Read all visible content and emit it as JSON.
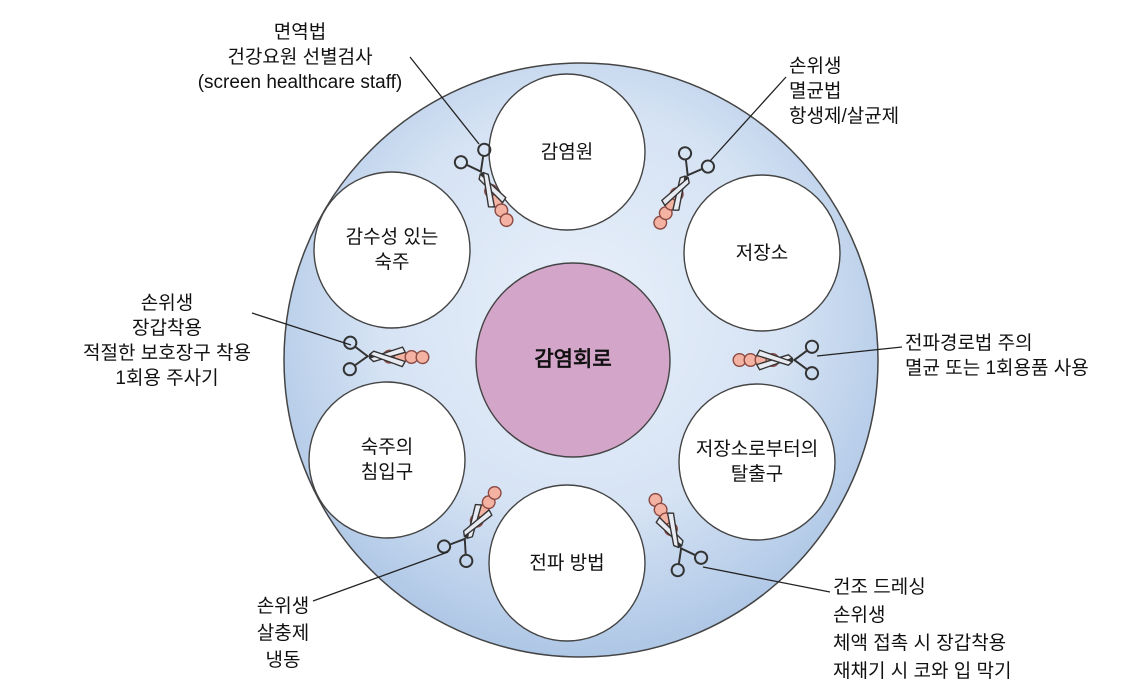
{
  "diagram": {
    "center_label": "감염회로",
    "nodes": [
      {
        "id": "infection-source",
        "lines": [
          "감염원"
        ]
      },
      {
        "id": "reservoir",
        "lines": [
          "저장소"
        ]
      },
      {
        "id": "portal-of-exit",
        "lines": [
          "저장소로부터의",
          "탈출구"
        ]
      },
      {
        "id": "mode-of-transmission",
        "lines": [
          "전파 방법"
        ]
      },
      {
        "id": "portal-of-entry",
        "lines": [
          "숙주의",
          "침입구"
        ]
      },
      {
        "id": "susceptible-host",
        "lines": [
          "감수성 있는",
          "숙주"
        ]
      }
    ],
    "annotations": [
      {
        "id": "top-left",
        "lines": [
          "면역법",
          "건강요원 선별검사",
          "(screen healthcare staff)"
        ]
      },
      {
        "id": "top-right",
        "lines": [
          "손위생",
          "멸균법",
          "항생제/살균제"
        ]
      },
      {
        "id": "right",
        "lines": [
          "전파경로법 주의",
          "멸균 또는 1회용품 사용"
        ]
      },
      {
        "id": "bottom-right",
        "lines": [
          "건조 드레싱",
          "손위생",
          "체액 접촉 시 장갑착용",
          "재채기 시 코와 입 막기"
        ]
      },
      {
        "id": "bottom-left",
        "lines": [
          "손위생",
          "살충제",
          "냉동"
        ]
      },
      {
        "id": "left",
        "lines": [
          "손위생",
          "장갑착용",
          "적절한 보호장구 착용",
          "1회용 주사기"
        ]
      }
    ],
    "colors": {
      "outer_circle_center": "#e8f0fa",
      "outer_circle_edge": "#a7c2e3",
      "node_fill": "#ffffff",
      "center_circle_fill": "#d3a5c9",
      "chain_bead_fill": "#f4b2a3",
      "chain_bead_stroke": "#8a4a42",
      "outline": "#444444",
      "scissors_stroke": "#333333",
      "leader_line": "#222222",
      "text": "#111111"
    }
  }
}
